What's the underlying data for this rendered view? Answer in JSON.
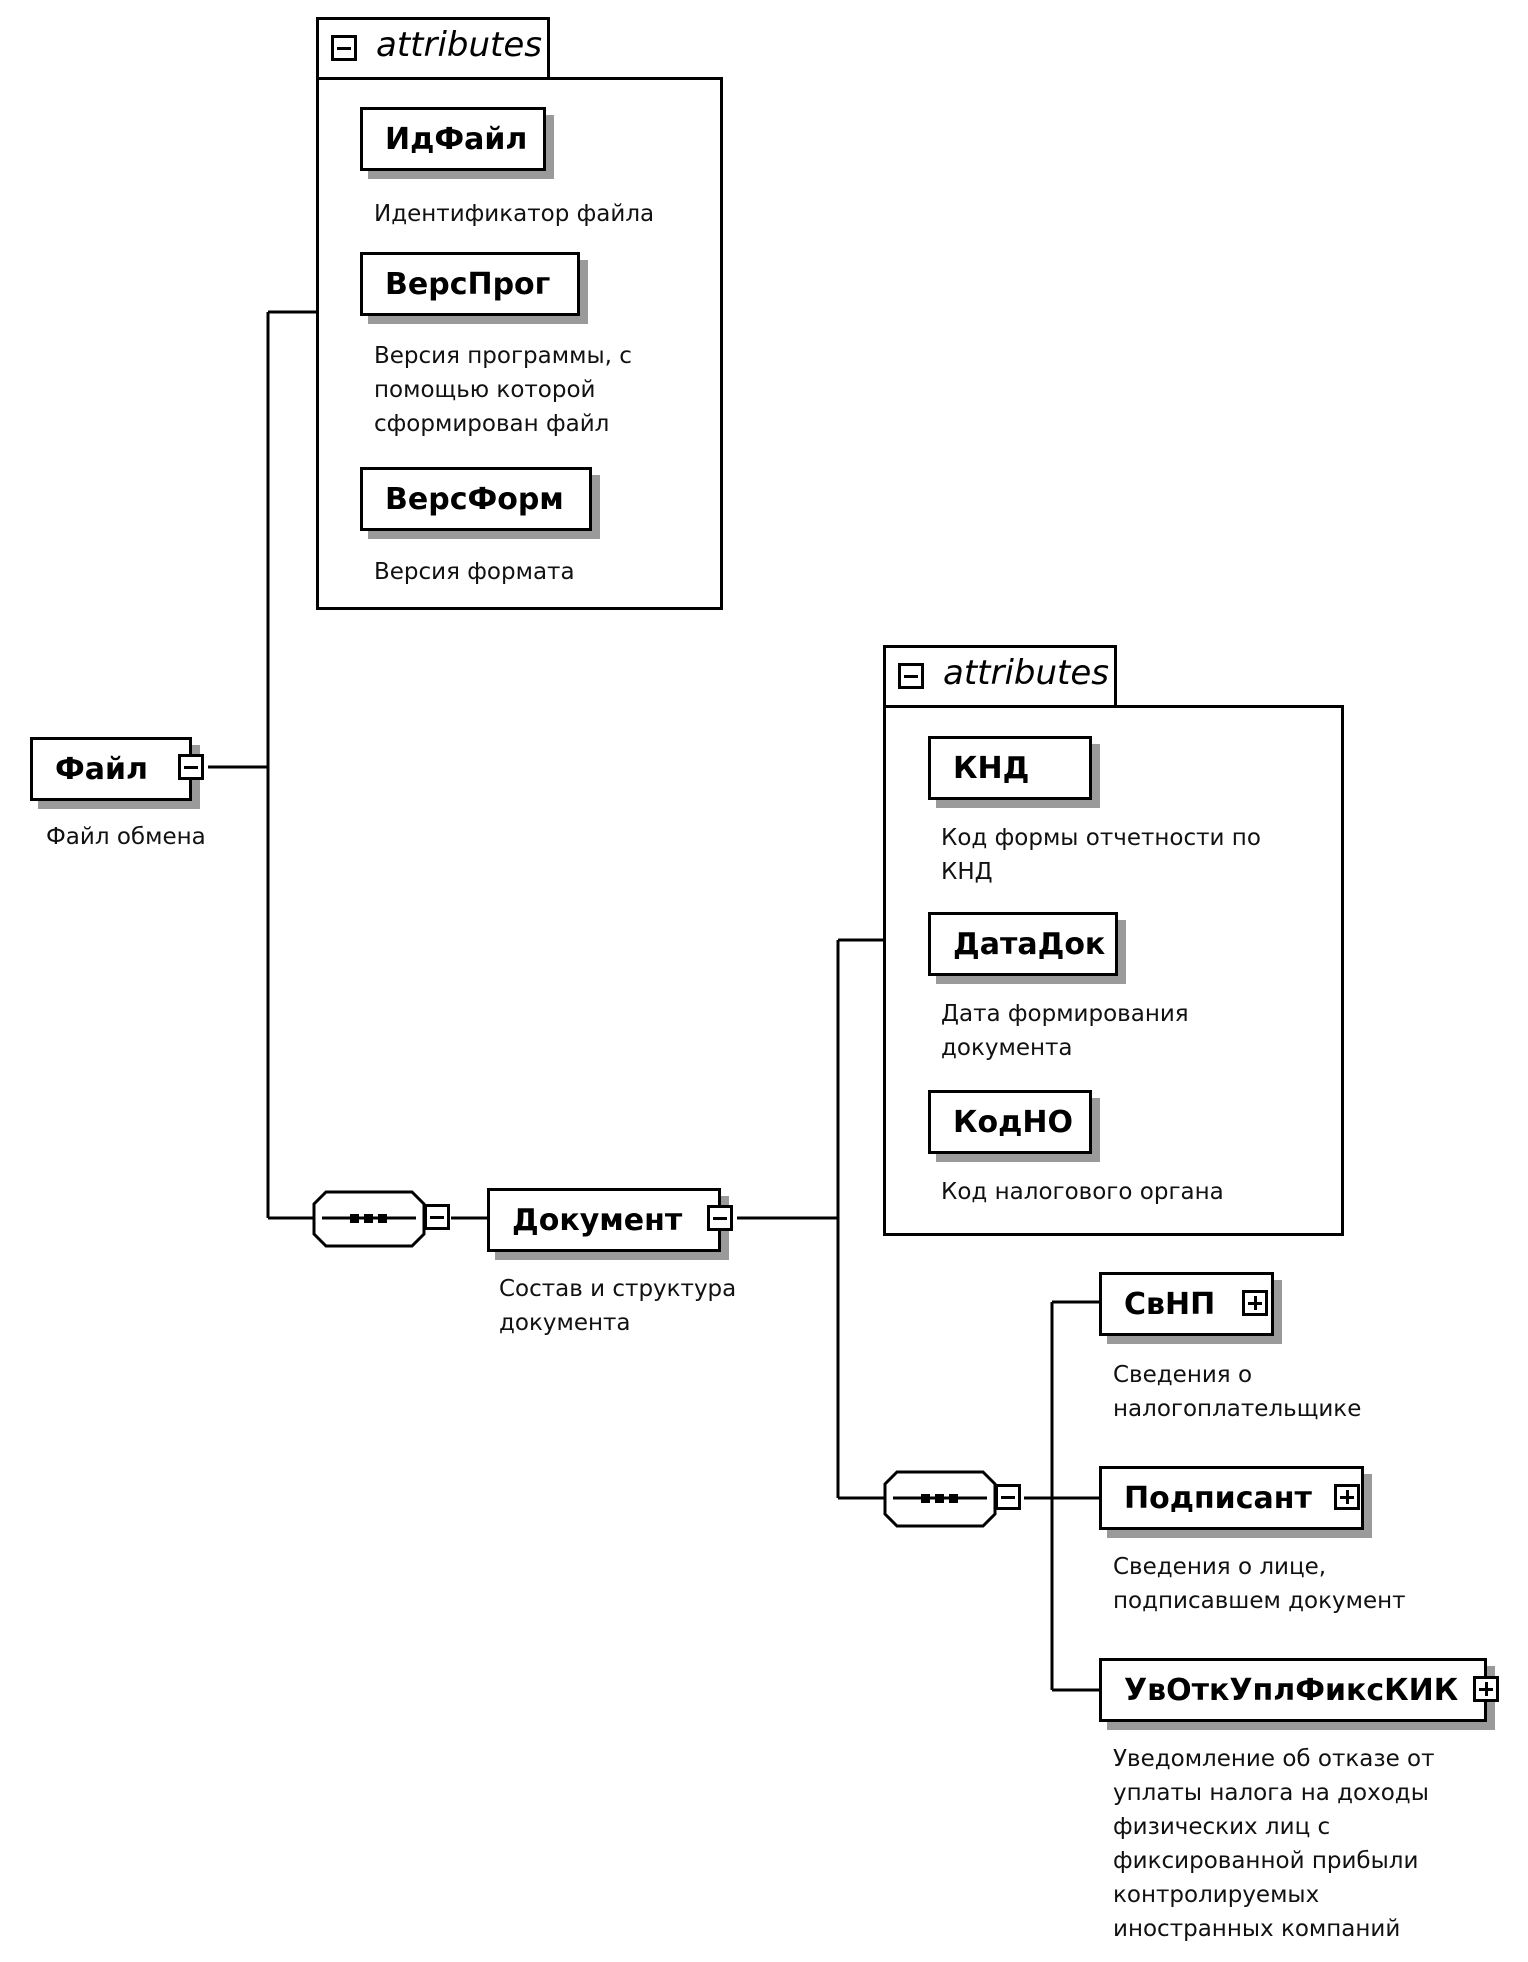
{
  "root": {
    "name": "Файл",
    "desc": "Файл обмена"
  },
  "file_attributes": {
    "label": "attributes",
    "items": [
      {
        "name": "ИдФайл",
        "desc": "Идентификатор файла"
      },
      {
        "name": "ВерсПрог",
        "desc": "Версия программы, с\nпомощью которой\nсформирован файл"
      },
      {
        "name": "ВерсФорм",
        "desc": "Версия формата"
      }
    ]
  },
  "document": {
    "name": "Документ",
    "desc": "Состав и структура\nдокумента"
  },
  "document_attributes": {
    "label": "attributes",
    "items": [
      {
        "name": "КНД",
        "desc": "Код формы отчетности по\nКНД"
      },
      {
        "name": "ДатаДок",
        "desc": "Дата формирования\nдокумента"
      },
      {
        "name": "КодНО",
        "desc": "Код налогового органа"
      }
    ]
  },
  "children": [
    {
      "name": "СвНП",
      "desc": "Сведения о\nналогоплательщике"
    },
    {
      "name": "Подписант",
      "desc": "Сведения о лице,\nподписавшем документ"
    },
    {
      "name": "УвОткУплФиксКИК",
      "desc": "Уведомление об отказе от\nуплаты налога на доходы\nфизических лиц с\nфиксированной прибыли\nконтролируемых\nиностранных компаний"
    }
  ]
}
